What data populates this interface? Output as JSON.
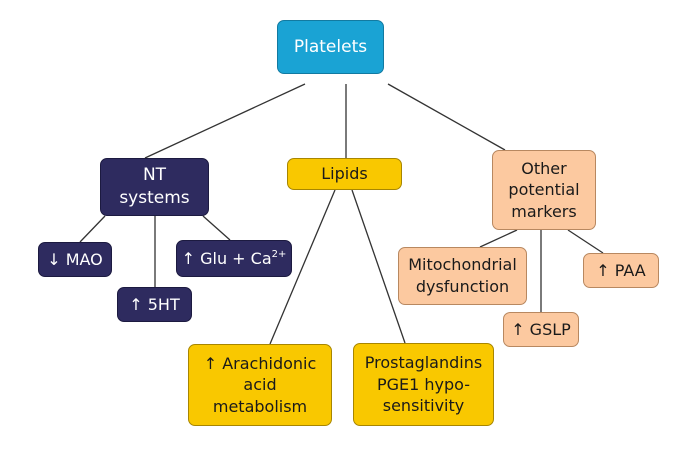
{
  "nodes": {
    "platelets": {
      "label": "Platelets"
    },
    "nt_systems": {
      "lines": [
        "NT",
        "systems"
      ]
    },
    "lipids": {
      "label": "Lipids"
    },
    "other_markers": {
      "lines": [
        "Other",
        "potential",
        "markers"
      ]
    },
    "mao": {
      "label": "↓ MAO"
    },
    "serotonin": {
      "label": "↑ 5HT"
    },
    "glu_ca": {
      "label": "↑ Glu + Ca",
      "superscript": "2+"
    },
    "arachidonic": {
      "lines": [
        "↑ Arachidonic",
        "acid",
        "metabolism"
      ]
    },
    "prostaglandins": {
      "lines": [
        "Prostaglandins",
        "PGE1 hypo-",
        "sensitivity"
      ]
    },
    "mitochondrial": {
      "lines": [
        "Mitochondrial",
        "dysfunction"
      ]
    },
    "paa": {
      "label": "↑ PAA"
    },
    "gslp": {
      "label": "↑ GSLP"
    }
  },
  "colors": {
    "root": "#1aa3d4",
    "nt_branch": "#2e2b5f",
    "lipid_branch": "#f9c800",
    "other_branch": "#fcc9a0",
    "connector": "#333333"
  }
}
